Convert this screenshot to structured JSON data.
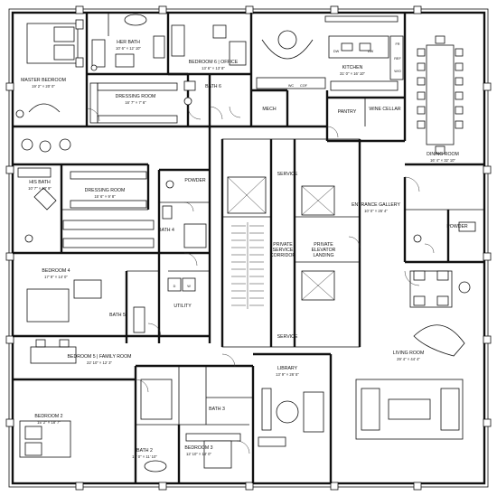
{
  "rooms": {
    "master_bedroom": {
      "name": "MASTER BEDROOM",
      "dim": "19' 2\" × 20' 0\""
    },
    "her_bath": {
      "name": "HER BATH",
      "dim": "10' 6\" × 12' 10\""
    },
    "dressing_room_1": {
      "name": "DRESSING ROOM",
      "dim": "16' 7\" × 7' 6\""
    },
    "bedroom_6": {
      "name": "BEDROOM 6 | OFFICE",
      "dim": "13' 6\" × 13' 8\""
    },
    "bath_6": {
      "name": "BATH 6"
    },
    "mech": {
      "name": "MECH"
    },
    "kitchen": {
      "name": "KITCHEN",
      "dim": "31' 0\" × 16' 10\""
    },
    "pantry": {
      "name": "PANTRY"
    },
    "wine_cellar": {
      "name": "WINE CELLAR"
    },
    "his_bath": {
      "name": "HIS BATH",
      "dim": "10' 7\" × 10' 9\""
    },
    "dressing_room_2": {
      "name": "DRESSING ROOM",
      "dim": "15' 6\" × 9' 8\""
    },
    "powder_1": {
      "name": "POWDER"
    },
    "bath_4": {
      "name": "BATH 4"
    },
    "service_1": {
      "name": "SERVICE"
    },
    "private_service_corridor": {
      "name": "PRIVATE SERVICE CORRIDOR"
    },
    "private_elevator_landing": {
      "name": "PRIVATE ELEVATOR LANDING"
    },
    "service_2": {
      "name": "SERVICE"
    },
    "dining_room": {
      "name": "DINING ROOM",
      "dim": "16' 4\" × 32' 10\""
    },
    "entrance_gallery": {
      "name": "ENTRANCE GALLERY",
      "dim": "10' 0\" × 25' 4\""
    },
    "powder_2": {
      "name": "POWDER"
    },
    "bedroom_4": {
      "name": "BEDROOM 4",
      "dim": "17' 9\" × 14' 0\""
    },
    "bath_5": {
      "name": "BATH 5"
    },
    "utility": {
      "name": "UTILITY"
    },
    "bedroom_5": {
      "name": "BEDROOM 5 | FAMILY ROOM",
      "dim": "22' 10\" × 12' 3\""
    },
    "library": {
      "name": "LIBRARY",
      "dim": "13' 9\" × 26' 5\""
    },
    "living_room": {
      "name": "LIVING ROOM",
      "dim": "29' 4\" × 44' 4\""
    },
    "bedroom_2": {
      "name": "BEDROOM 2",
      "dim": "15' 2\" × 18' 7\""
    },
    "bath_3": {
      "name": "BATH 3"
    },
    "bath_2": {
      "name": "BATH 2",
      "dim": "17' 0\" × 11' 10\""
    },
    "bedroom_3": {
      "name": "BEDROOM 3",
      "dim": "12' 10\" × 14' 0\""
    }
  },
  "appliances": {
    "dw1": "DW",
    "dw2": "DW",
    "fr": "FR",
    "ref": "REF",
    "wo": "W/O",
    "wc": "WC",
    "cof": "COF",
    "dw_util": "D",
    "w_util": "W"
  }
}
